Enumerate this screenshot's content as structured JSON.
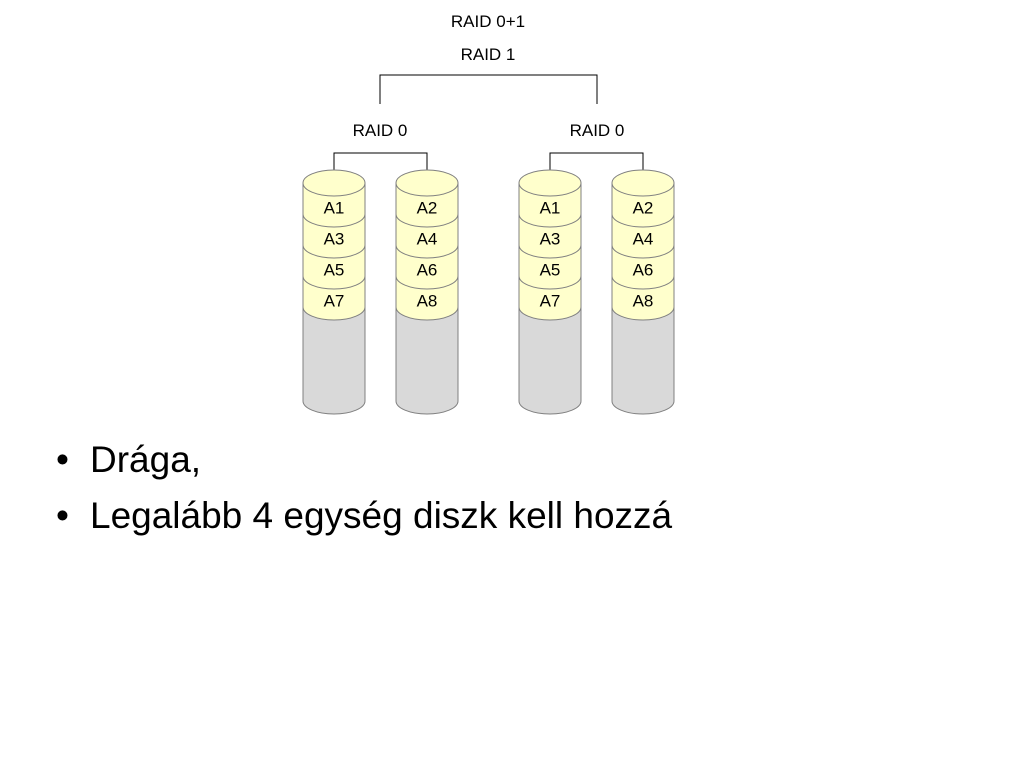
{
  "diagram": {
    "title_line1": "RAID 0+1",
    "title_line2": "RAID 1",
    "groups": [
      {
        "label": "RAID 0",
        "disks": [
          {
            "blocks": [
              "A1",
              "A3",
              "A5",
              "A7"
            ]
          },
          {
            "blocks": [
              "A2",
              "A4",
              "A6",
              "A8"
            ]
          }
        ]
      },
      {
        "label": "RAID 0",
        "disks": [
          {
            "blocks": [
              "A1",
              "A3",
              "A5",
              "A7"
            ]
          },
          {
            "blocks": [
              "A2",
              "A4",
              "A6",
              "A8"
            ]
          }
        ]
      }
    ],
    "colors": {
      "block_fill": "#ffffcc",
      "disk_body_fill": "#d9d9d9",
      "outline": "#808080",
      "connector": "#000000"
    }
  },
  "bullets": {
    "marker": "•",
    "items": [
      "Drága,",
      "Legalább 4 egység diszk kell hozzá"
    ]
  }
}
